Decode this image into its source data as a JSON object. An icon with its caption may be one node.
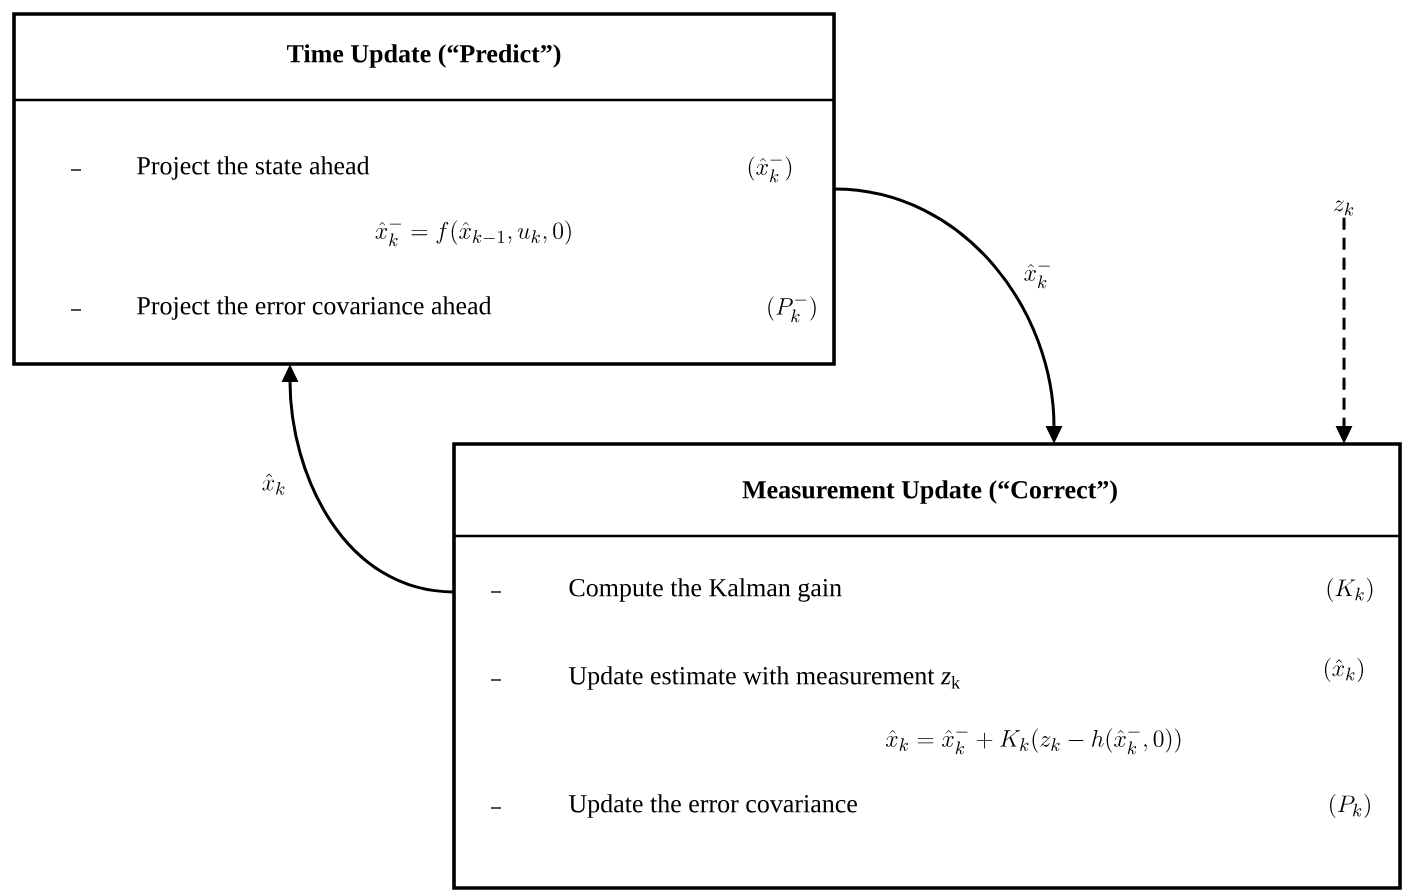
{
  "diagram": {
    "nodes": [
      {
        "text": [
          "Time Update (“Predict”)",
          "Project the state ahead",
          "(\\hat{x}_k^-)",
          "\\hat{x}_k^- = f(\\hat{x}_{k-1}, u_k, 0)",
          "Project the error covariance ahead",
          "(P_k^-)"
        ]
      },
      {
        "text": [
          "z_k"
        ]
      },
      {
        "text": [
          "Measurement Update (“Correct”)",
          "Compute the Kalman gain",
          "(K_k)",
          "Update estimate with measurement *z*$_{k}$",
          "(\\hat{x}_k)",
          "\\hat{x}_k = \\hat{x}_k^- + K_k(z_k - h(\\hat{x}_k^-, 0))",
          "Update the error covariance",
          "(P_k)"
        ]
      }
    ],
    "edges": [
      {
        "from": 0,
        "to": 2,
        "arrow": "to",
        "label": "\\hat{x}_k^-"
      },
      {
        "from": 1,
        "to": 2,
        "arrow": "to",
        "style": "dashed"
      },
      {
        "from": 2,
        "to": 0,
        "arrow": "to",
        "label": "\\hat{x}_k"
      }
    ]
  }
}
